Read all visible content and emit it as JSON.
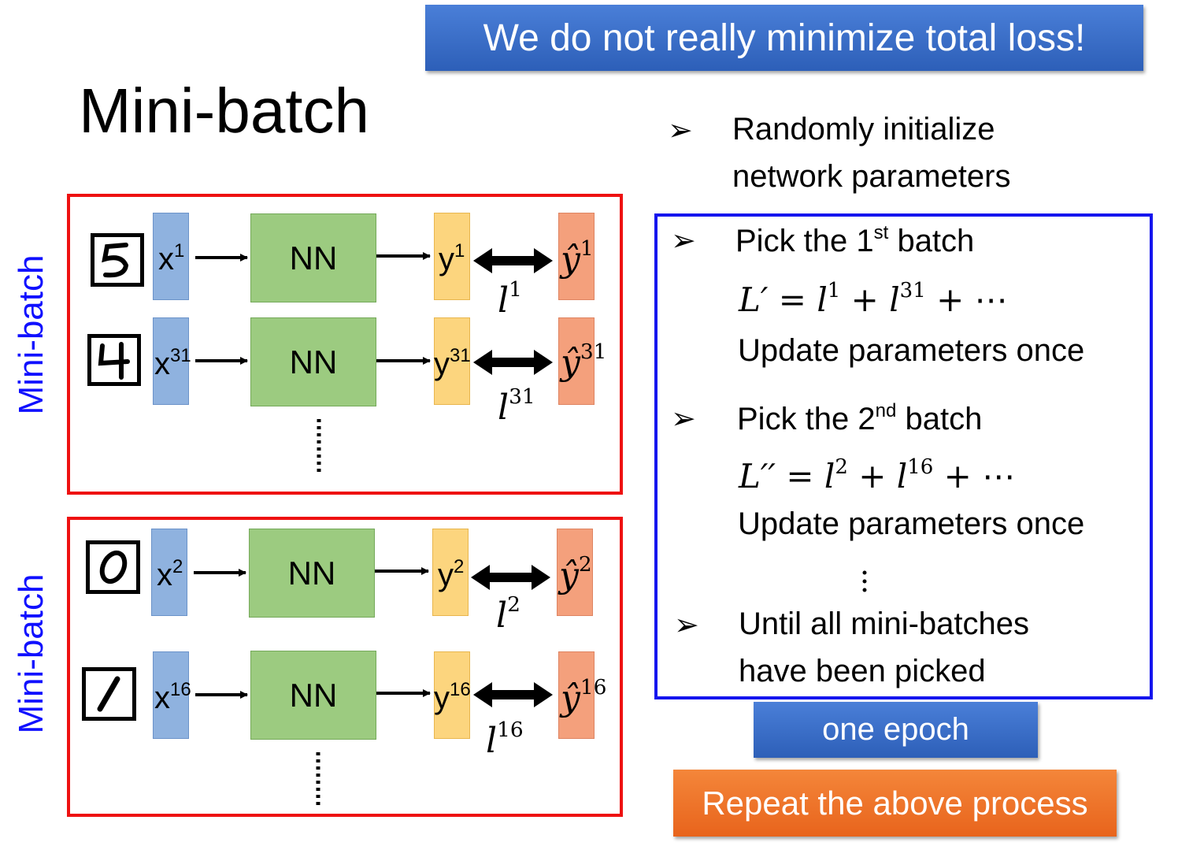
{
  "banner": "We do not really minimize total loss!",
  "title": "Mini-batch",
  "side_labels": [
    "Mini-batch",
    "Mini-batch"
  ],
  "box_label": "NN",
  "rows": [
    {
      "x": "x",
      "sup": "1",
      "y": "y",
      "yhat": "ŷ",
      "l": "l"
    },
    {
      "x": "x",
      "sup": "31",
      "y": "y",
      "yhat": "ŷ",
      "l": "l"
    },
    {
      "x": "x",
      "sup": "2",
      "y": "y",
      "yhat": "ŷ",
      "l": "l"
    },
    {
      "x": "x",
      "sup": "16",
      "y": "y",
      "yhat": "ŷ",
      "l": "l"
    }
  ],
  "digits": [
    "5",
    "4",
    "0",
    "1"
  ],
  "steps": {
    "init_line1": "Randomly initialize",
    "init_line2": "network parameters",
    "pick1_pre": "Pick the 1",
    "pick1_sup": "st",
    "pick1_post": " batch",
    "formula1": {
      "lhs": "L′",
      "t1": "1",
      "t2": "31"
    },
    "update1": "Update parameters once",
    "pick2_pre": "Pick the 2",
    "pick2_sup": "nd",
    "pick2_post": " batch",
    "formula2": {
      "lhs": "L′′",
      "t1": "2",
      "t2": "16"
    },
    "update2": "Update parameters once",
    "until_line1": "Until all mini-batches",
    "until_line2": "have been picked"
  },
  "epoch_label": "one epoch",
  "repeat_label": "Repeat the above process",
  "colors": {
    "red_box": "#ee1111",
    "blue_box": "#1515ee",
    "side_label": "#1010ff"
  }
}
